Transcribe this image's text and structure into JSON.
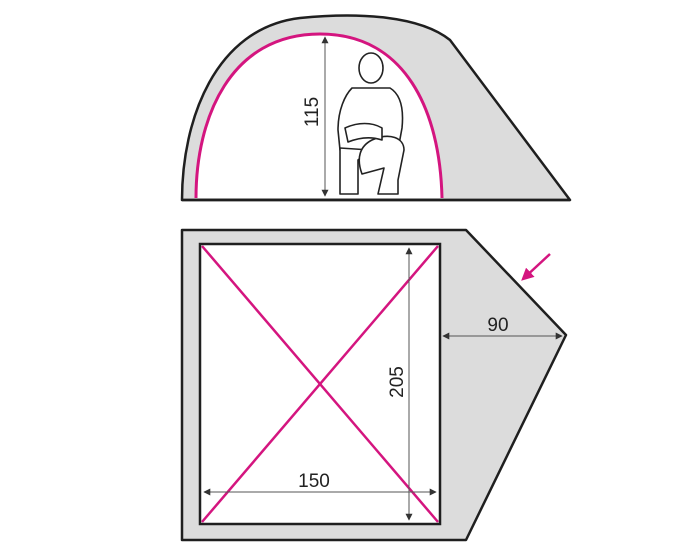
{
  "dimensions": {
    "height": "115",
    "length": "205",
    "width": "150",
    "vestibule": "90"
  },
  "colors": {
    "outline": "#1f1f1f",
    "fly_fill": "#dcdcdc",
    "inner_fill": "#ffffff",
    "accent": "#d4157f",
    "dim_line": "#8a8a8a",
    "text": "#222222"
  },
  "icons": {
    "person": "seated-person-icon",
    "entrance": "entrance-arrow-icon"
  }
}
